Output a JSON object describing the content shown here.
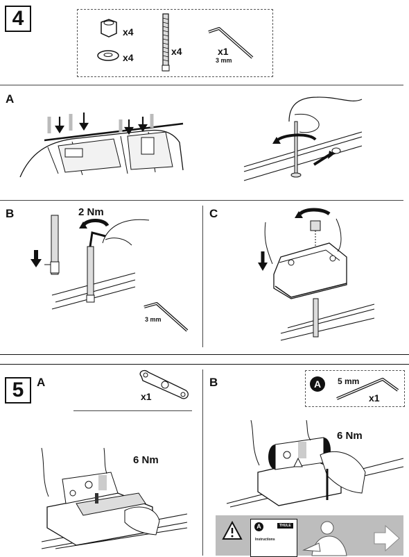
{
  "step4": {
    "number": "4",
    "parts": {
      "nut_qty": "x4",
      "washer_qty": "x4",
      "bolt_qty": "x4",
      "key_qty": "x1",
      "key_size": "3 mm"
    },
    "panel_a": {
      "letter": "A"
    },
    "panel_b": {
      "letter": "B",
      "torque": "2 Nm",
      "key_size": "3 mm"
    },
    "panel_c": {
      "letter": "C"
    }
  },
  "step5": {
    "number": "5",
    "panel_a": {
      "letter": "A",
      "plate_qty": "x1",
      "torque": "6 Nm"
    },
    "panel_b": {
      "letter": "B",
      "key_badge": "A",
      "key_size": "5 mm",
      "key_qty": "x1",
      "torque": "6 Nm",
      "card": {
        "badge": "A",
        "brand": "THULE",
        "instructions": "Instructions"
      }
    }
  }
}
